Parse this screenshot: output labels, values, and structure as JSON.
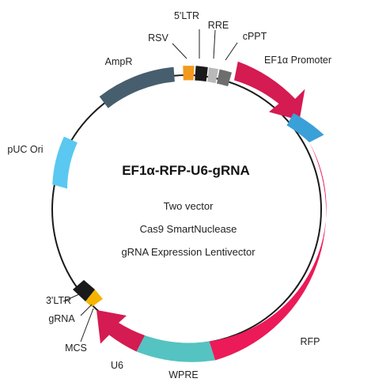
{
  "title": "EF1α-RFP-U6-gRNA",
  "subtitle_lines": [
    "Two vector",
    "Cas9 SmartNuclease",
    "gRNA Expression Lentivector"
  ],
  "features": [
    {
      "key": "rsv",
      "label": "RSV",
      "color": "#f39a1e"
    },
    {
      "key": "ltr5",
      "label": "5'LTR",
      "color": "#1a1a1a"
    },
    {
      "key": "rre",
      "label": "RRE",
      "color": "#b9b9b9"
    },
    {
      "key": "cppt",
      "label": "cPPT",
      "color": "#6e6e6e"
    },
    {
      "key": "ef1a",
      "label": "EF1α Promoter",
      "color": "#d41b52"
    },
    {
      "key": "rfp",
      "label": "RFP",
      "color": "#ec1a58"
    },
    {
      "key": "wpre",
      "label": "WPRE",
      "color": "#55c3c1"
    },
    {
      "key": "u6",
      "label": "U6",
      "color": "#d41b52"
    },
    {
      "key": "mcs",
      "label": "MCS",
      "color": "#1a1a1a"
    },
    {
      "key": "grna",
      "label": "gRNA",
      "color": "#f6b400"
    },
    {
      "key": "ltr3",
      "label": "3'LTR",
      "color": "#1a1a1a"
    },
    {
      "key": "puc",
      "label": "pUC Ori",
      "color": "#5ac8f0"
    },
    {
      "key": "ampr",
      "label": "AmpR",
      "color": "#475e6e"
    }
  ],
  "colors": {
    "backbone": "#1a1a1a",
    "ef1a_tail": "#3aa0d8"
  }
}
